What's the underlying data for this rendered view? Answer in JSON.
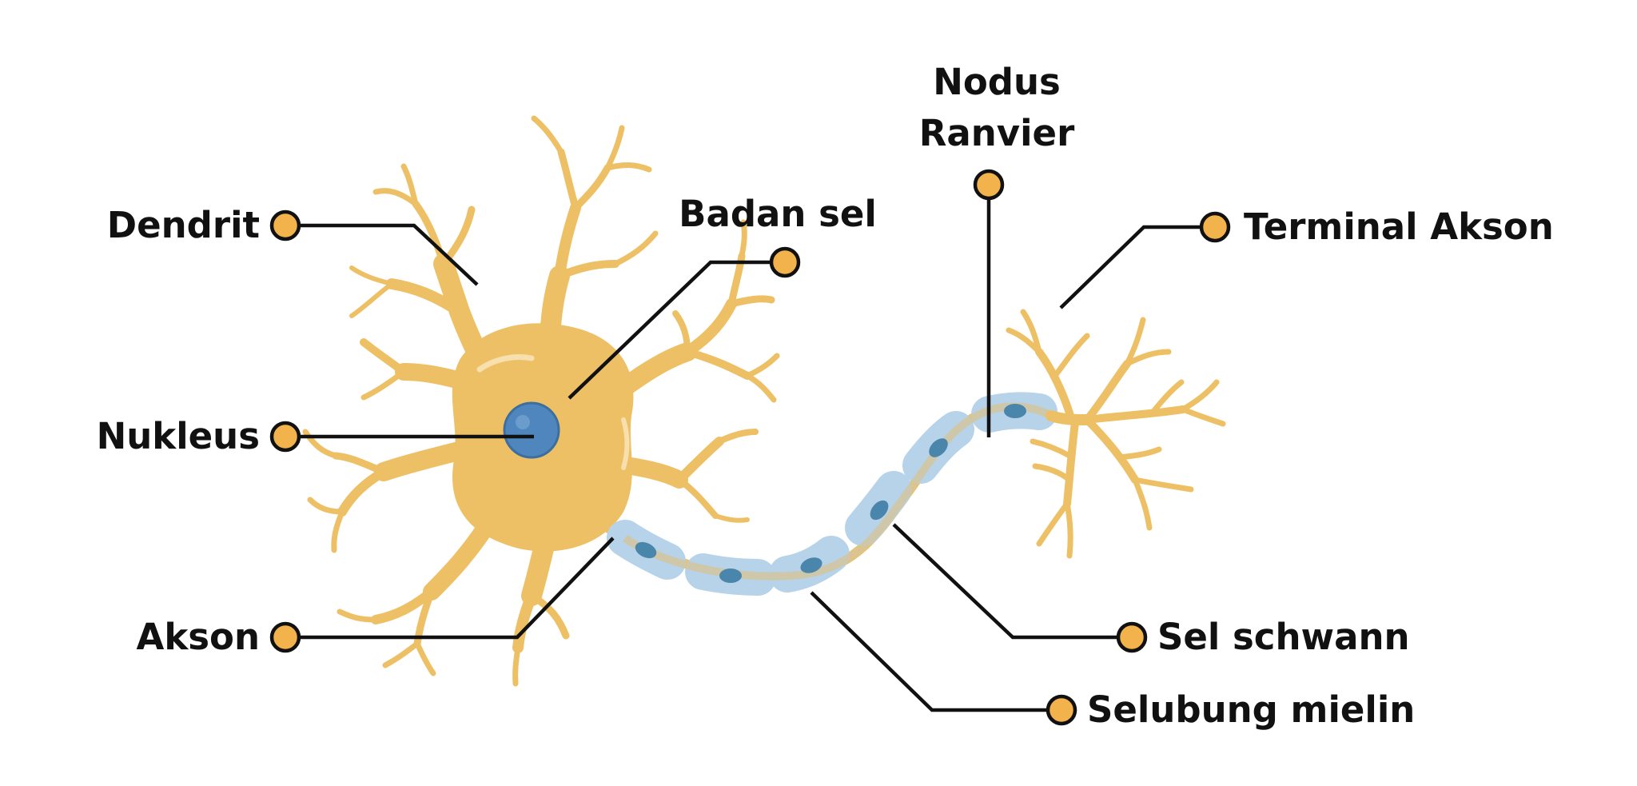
{
  "labels": {
    "dendrit": "Dendrit",
    "nukleus": "Nukleus",
    "akson": "Akson",
    "badan_sel": "Badan sel",
    "nodus_line1": "Nodus",
    "nodus_line2": "Ranvier",
    "terminal_akson": "Terminal Akson",
    "sel_schwann": "Sel schwann",
    "selubung_mielin": "Selubung mielin"
  },
  "colors": {
    "neuron_body": "#eec066",
    "neuron_highlight": "#f8dfae",
    "nucleus": "#4f86bd",
    "nucleus_edge": "#3c6f9f",
    "myelin": "#b6d3e9",
    "schwann_nucleus": "#4a86ab",
    "marker_fill": "#f3b34c",
    "leader_line": "#111111"
  }
}
